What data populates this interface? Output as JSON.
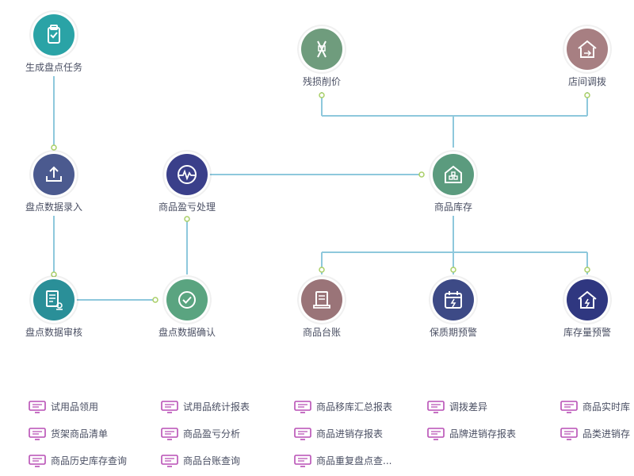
{
  "nodes": [
    {
      "id": "gen",
      "label": "生成盘点任务",
      "color": "#2aa3a6",
      "icon": "clipboard-check-icon"
    },
    {
      "id": "entry",
      "label": "盘点数据录入",
      "color": "#4b5a8f",
      "icon": "upload-icon"
    },
    {
      "id": "audit",
      "label": "盘点数据审核",
      "color": "#2a8f98",
      "icon": "document-stamp-icon"
    },
    {
      "id": "confirm",
      "label": "盘点数据确认",
      "color": "#5aa480",
      "icon": "check-circle-icon"
    },
    {
      "id": "profit",
      "label": "商品盈亏处理",
      "color": "#3a3f8a",
      "icon": "pulse-icon"
    },
    {
      "id": "inventory",
      "label": "商品库存",
      "color": "#5b9b7e",
      "icon": "warehouse-icon"
    },
    {
      "id": "damage",
      "label": "残损削价",
      "color": "#6f9c7d",
      "icon": "price-cut-icon"
    },
    {
      "id": "transfer",
      "label": "店间调拨",
      "color": "#a77f82",
      "icon": "store-transfer-icon"
    },
    {
      "id": "ledger",
      "label": "商品台账",
      "color": "#9a7478",
      "icon": "ledger-icon"
    },
    {
      "id": "shelf",
      "label": "保质期预警",
      "color": "#3d4a86",
      "icon": "calendar-alert-icon"
    },
    {
      "id": "stockwarn",
      "label": "库存量预警",
      "color": "#2f3780",
      "icon": "house-alert-icon"
    }
  ],
  "colors": {
    "edge_blue": "#8ec8dc",
    "edge_green": "#a9cf67",
    "link_icon": "#b84fb5"
  },
  "quick_links": [
    [
      "试用品领用",
      "试用品统计报表",
      "商品移库汇总报表",
      "调拨差异",
      "商品实时库"
    ],
    [
      "货架商品清单",
      "商品盈亏分析",
      "商品进销存报表",
      "品牌进销存报表",
      "品类进销存"
    ],
    [
      "商品历史库存查询",
      "商品台账查询",
      "商品重复盘点查..."
    ]
  ]
}
